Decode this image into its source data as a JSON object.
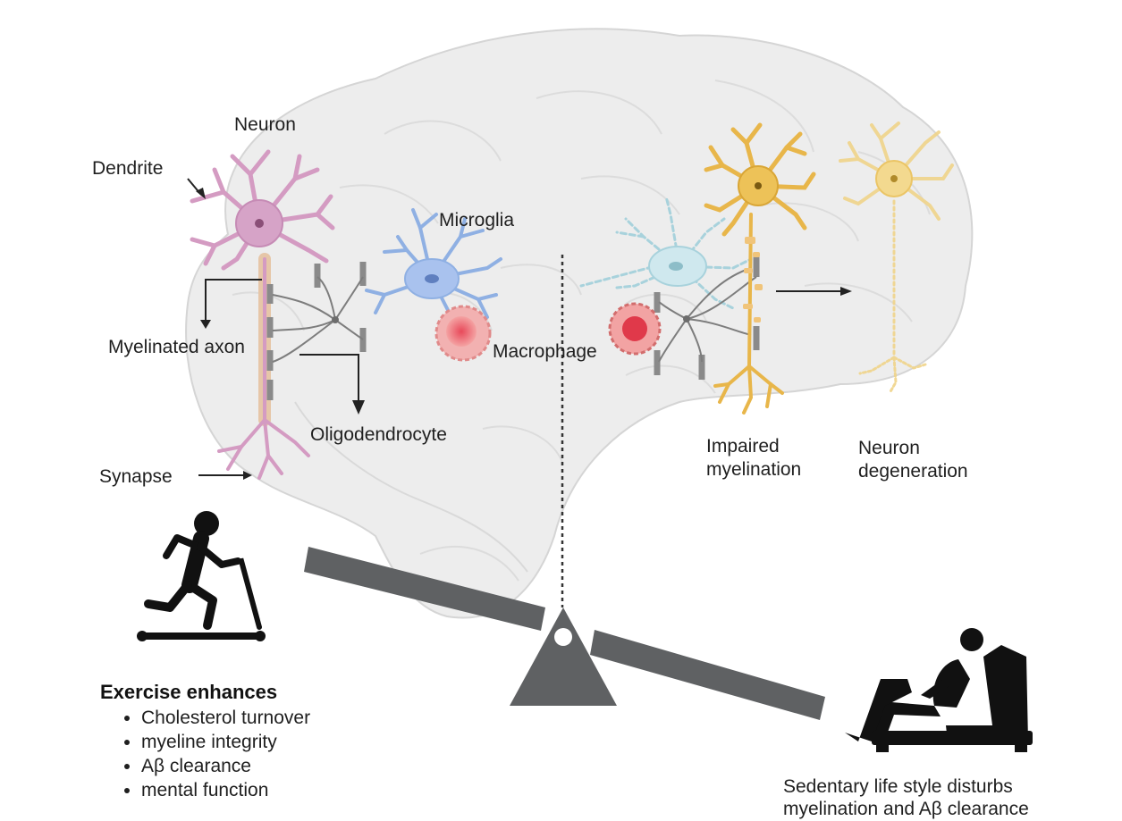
{
  "labels": {
    "neuron": "Neuron",
    "dendrite": "Dendrite",
    "microglia": "Microglia",
    "myelinated_axon": "Myelinated axon",
    "macrophage": "Macrophage",
    "oligodendrocyte": "Oligodendrocyte",
    "synapse": "Synapse",
    "impaired_myelination_1": "Impaired",
    "impaired_myelination_2": "myelination",
    "neuron_degeneration_1": "Neuron",
    "neuron_degeneration_2": "degeneration"
  },
  "exercise": {
    "title": "Exercise enhances",
    "items": [
      "Cholesterol turnover",
      "myeline integrity",
      "Aβ clearance",
      "mental function"
    ]
  },
  "sedentary": {
    "line1": "Sedentary life style disturbs",
    "line2": "myelination and Aβ clearance"
  },
  "icons": [
    "brain-outline-icon",
    "runner-on-treadmill-icon",
    "person-in-armchair-icon",
    "seesaw-icon"
  ],
  "colors": {
    "healthy_neuron": "#d49bc2",
    "microglia": "#8fb0e3",
    "macrophage": "#e07a7a",
    "impaired_neuron": "#e8b64a",
    "seesaw": "#5f6163",
    "brain": "#e6e6e6"
  }
}
